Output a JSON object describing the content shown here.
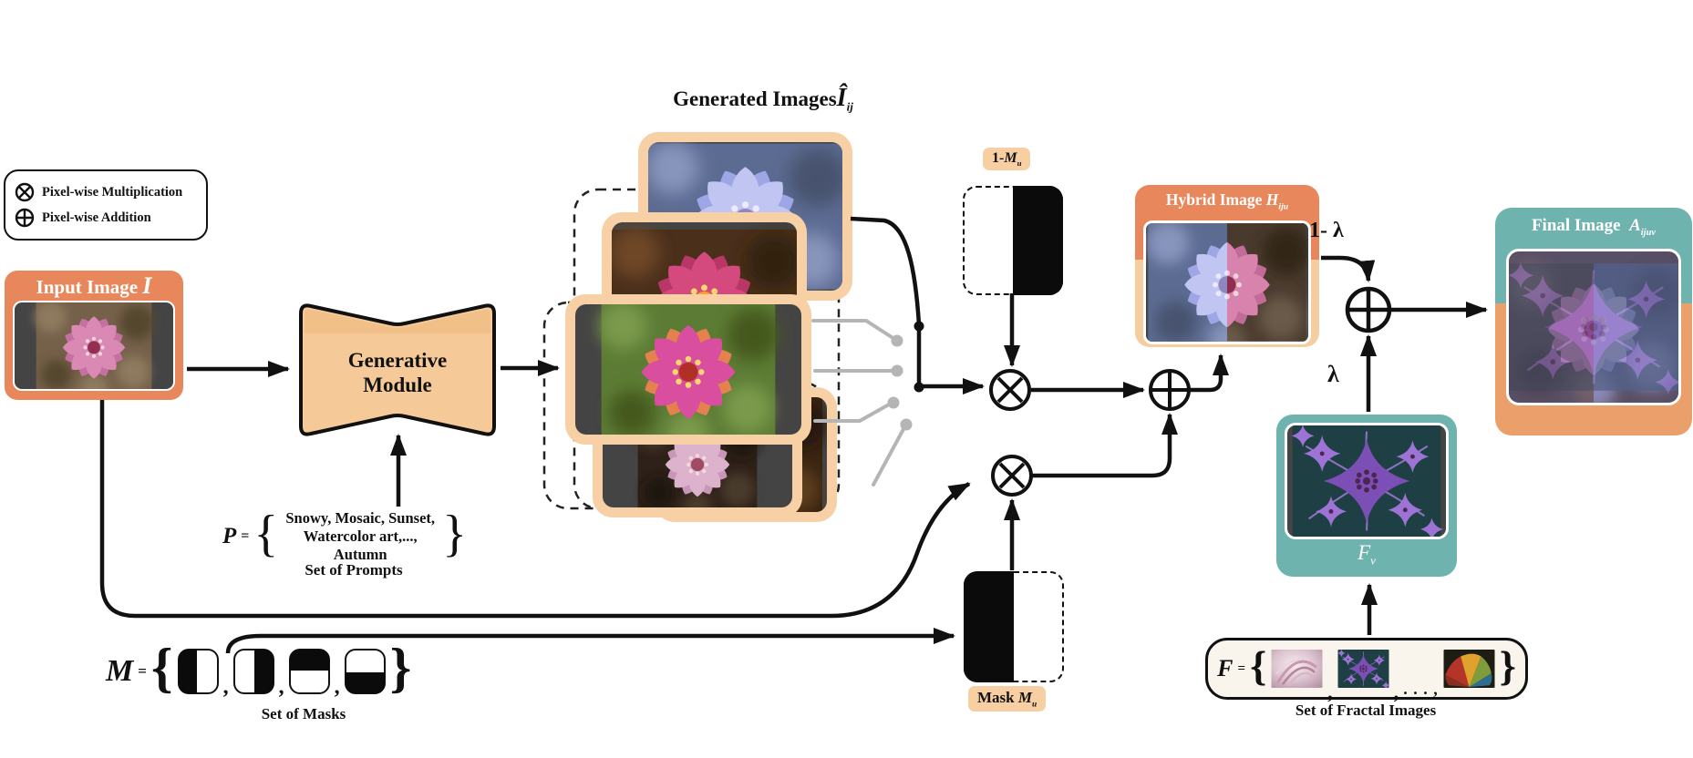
{
  "legend": {
    "multiplication": "Pixel-wise Multiplication",
    "addition": "Pixel-wise Addition"
  },
  "input_image": {
    "title": "Input Image",
    "symbol": "I"
  },
  "generative_module": {
    "line1": "Generative",
    "line2": "Module"
  },
  "prompts": {
    "set_symbol": "P",
    "equals": "=",
    "items_line1": "Snowy, Mosaic, Sunset,",
    "items_line2": "Watercolor art,..., Autumn",
    "caption": "Set of Prompts"
  },
  "generated_images": {
    "title": "Generated Images",
    "symbol": "Î",
    "subscript": "ij"
  },
  "mask_one_minus": {
    "prefix": "1-",
    "var": "M",
    "sub": "u"
  },
  "mask_mu": {
    "prefix": "Mask",
    "var": "M",
    "sub": "u"
  },
  "mask_set": {
    "set_symbol": "M",
    "equals": "=",
    "caption": "Set of Masks"
  },
  "hybrid_image": {
    "title": "Hybrid Image",
    "symbol": "H",
    "subscript": "iju"
  },
  "mixing": {
    "one_minus_lambda": "1- λ",
    "lambda": "λ"
  },
  "fractal_image": {
    "var": "F",
    "sub": "v"
  },
  "fractal_set": {
    "set_symbol": "F",
    "equals": "=",
    "ellipsis": ". . . ,",
    "caption": "Set of Fractal Images"
  },
  "final_image": {
    "title": "Final Image",
    "symbol": "A",
    "subscript": "ijuv"
  },
  "punct": {
    "brace_open": "{",
    "brace_close": "}",
    "comma": ","
  },
  "colors": {
    "salmon": "#E8875C",
    "peach_border": "#F7D0A6",
    "peach_label": "#F8CFA3",
    "teal": "#6FB3AE",
    "cream_panel": "#FAF5EC",
    "wire_gray": "#B5B5B5"
  }
}
